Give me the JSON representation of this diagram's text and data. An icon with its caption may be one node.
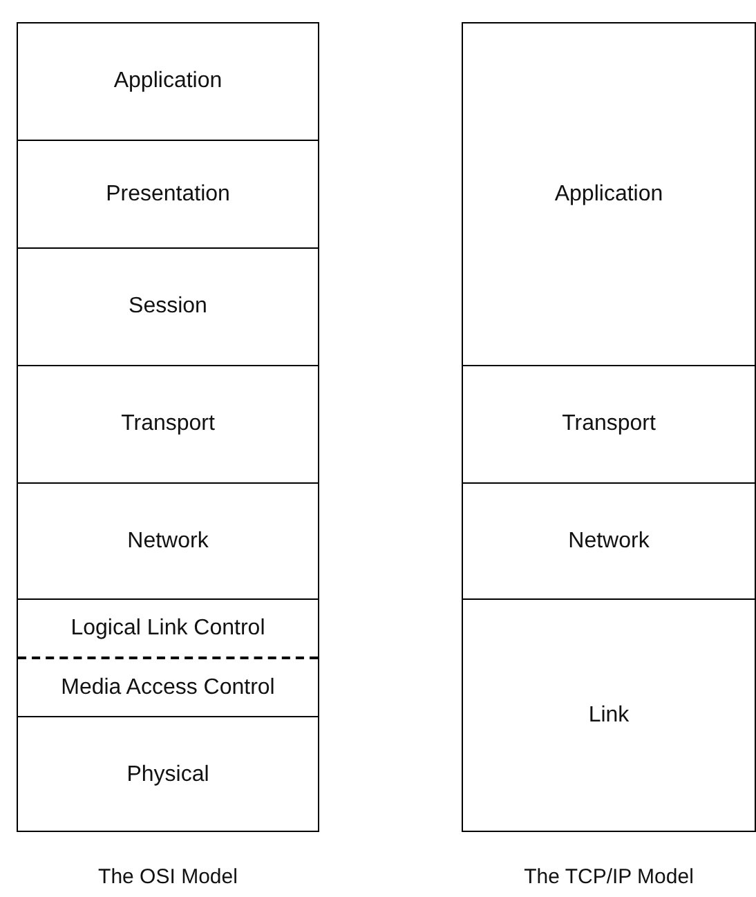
{
  "diagram": {
    "nodes": [
      {
        "text": [
          "Application"
        ]
      },
      {
        "text": [
          "Presentation"
        ]
      },
      {
        "text": [
          "Session"
        ]
      },
      {
        "text": [
          "Transport"
        ]
      },
      {
        "text": [
          "Network"
        ]
      },
      {
        "text": [
          "Logical Link Control"
        ]
      },
      {
        "text": [
          "Media Access Control"
        ]
      },
      {
        "text": [
          "Physical"
        ]
      },
      {
        "text": [
          "Application"
        ]
      },
      {
        "text": [
          "Transport"
        ]
      },
      {
        "text": [
          "Network"
        ]
      },
      {
        "text": [
          "Link"
        ]
      }
    ],
    "labels": [
      "The OSI Model",
      "The TCP/IP Model"
    ]
  }
}
